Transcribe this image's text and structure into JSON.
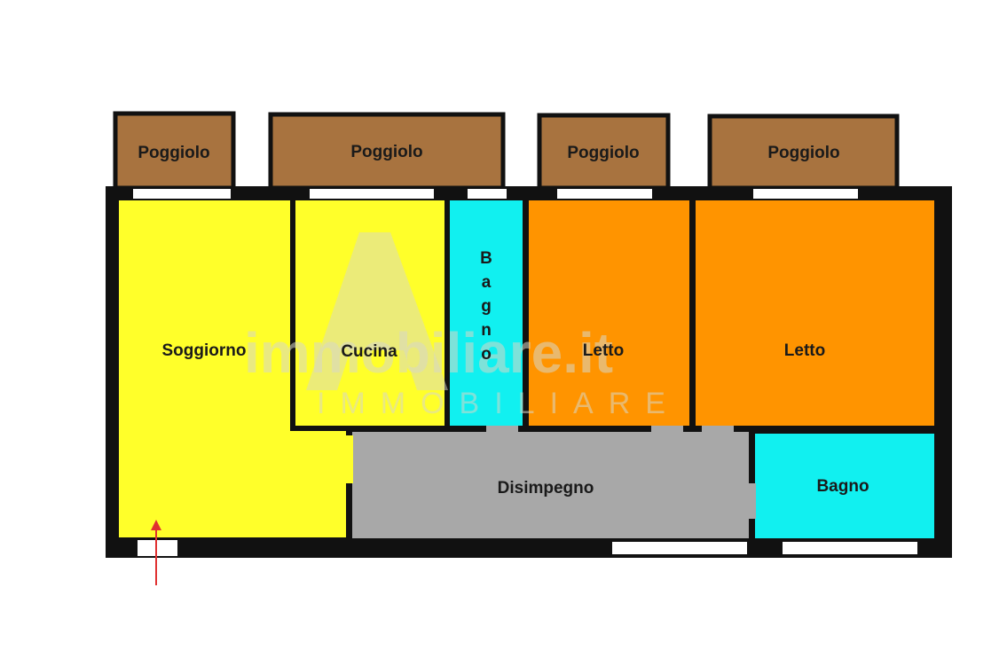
{
  "rooms": {
    "balcony_1": "Poggiolo",
    "balcony_2": "Poggiolo",
    "balcony_3": "Poggiolo",
    "balcony_4": "Poggiolo",
    "living_room": "Soggiorno",
    "kitchen": "Cucina",
    "bathroom_1": "Bagno",
    "bedroom_1": "Letto",
    "bedroom_2": "Letto",
    "hallway": "Disimpegno",
    "bathroom_2": "Bagno"
  },
  "watermark": {
    "brand": "immobiliare.it",
    "subtitle": "IMMOBILIARE"
  },
  "colors": {
    "wall": "#111111",
    "balcony": "#a8733f",
    "living": "#ffff2a",
    "bathroom": "#11f0f0",
    "bedroom": "#ff9400",
    "hallway": "#a8a8a8",
    "window": "#ffffff",
    "entrance_arrow": "#e03030"
  },
  "entrance_arrow_icon": "arrow-up-icon"
}
